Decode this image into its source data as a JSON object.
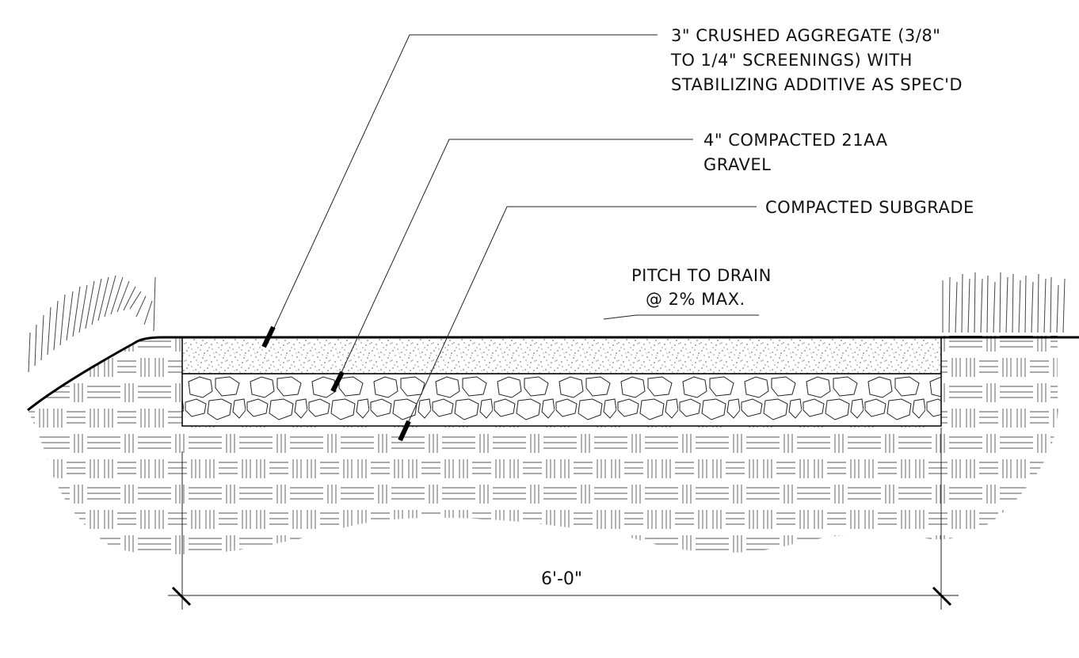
{
  "callouts": {
    "surface": {
      "lines": [
        "3\" CRUSHED AGGREGATE (3/8\"",
        "TO 1/4\" SCREENINGS) WITH",
        "STABILIZING ADDITIVE AS SPEC'D"
      ]
    },
    "base": {
      "lines": [
        "4\" COMPACTED 21AA",
        "GRAVEL"
      ]
    },
    "subgrade": {
      "lines": [
        "COMPACTED SUBGRADE"
      ]
    }
  },
  "pitch": {
    "lines": [
      "PITCH TO DRAIN",
      "@ 2% MAX."
    ]
  },
  "dimension": {
    "width_label": "6'-0\""
  }
}
